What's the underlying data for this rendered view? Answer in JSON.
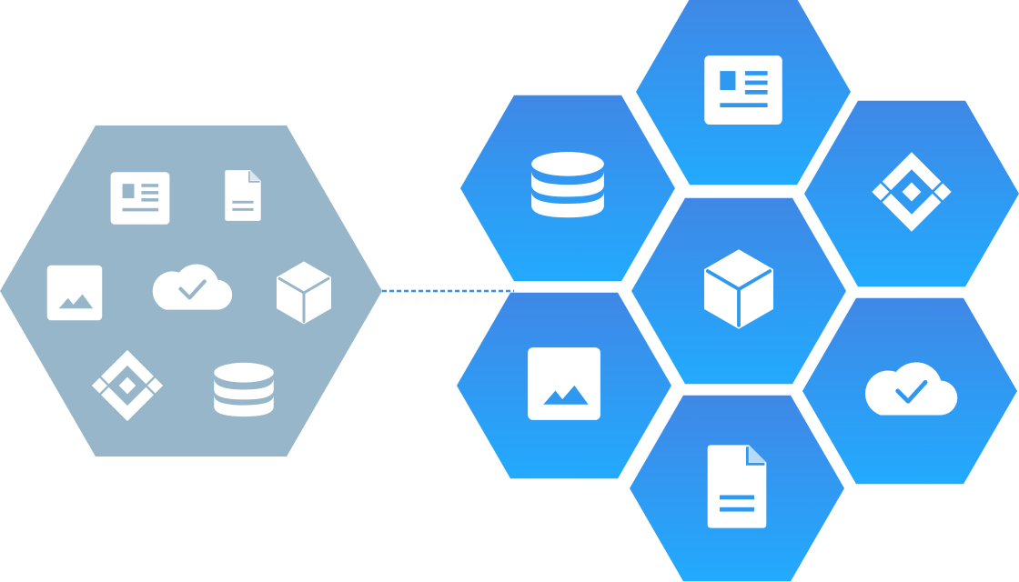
{
  "colors": {
    "background": "#ffffff",
    "source_hex": "#98b6c9",
    "cluster_gradient_top": "#3f88e6",
    "cluster_gradient_bottom": "#22aafe",
    "connector": "#3f8fe0",
    "icon": "#ffffff"
  },
  "source": {
    "name": "grouped-services-hexagon",
    "icons": [
      "newspaper-icon",
      "document-icon",
      "image-icon",
      "cloud-check-icon",
      "cube-icon",
      "diamond-grid-icon",
      "database-icon"
    ]
  },
  "connector": {
    "style": "dashed"
  },
  "cluster": {
    "name": "distributed-services-cluster",
    "hexagons": [
      {
        "position": "top",
        "icon": "newspaper-icon"
      },
      {
        "position": "upper-left",
        "icon": "database-icon"
      },
      {
        "position": "upper-right",
        "icon": "diamond-grid-icon"
      },
      {
        "position": "center",
        "icon": "cube-icon"
      },
      {
        "position": "lower-left",
        "icon": "image-icon"
      },
      {
        "position": "lower-right",
        "icon": "cloud-check-icon"
      },
      {
        "position": "bottom",
        "icon": "document-icon"
      }
    ]
  }
}
